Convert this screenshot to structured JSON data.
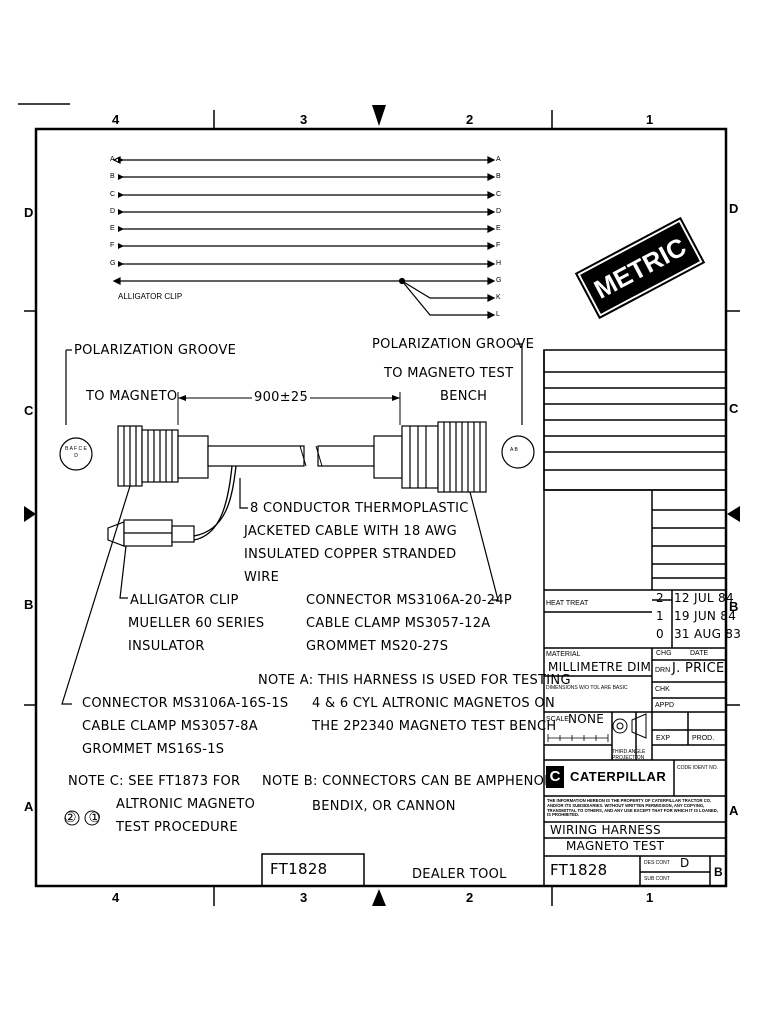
{
  "zones": {
    "top": [
      "4",
      "3",
      "2",
      "1"
    ],
    "bottom": [
      "4",
      "3",
      "2",
      "1"
    ],
    "left": [
      "D",
      "C",
      "B",
      "A"
    ],
    "right": [
      "D",
      "C",
      "B",
      "A"
    ]
  },
  "wire_letters_left": [
    "A",
    "B",
    "C",
    "D",
    "E",
    "F",
    "G"
  ],
  "wire_letters_right": [
    "A",
    "B",
    "C",
    "D",
    "E",
    "F",
    "H",
    "G",
    "K",
    "L"
  ],
  "labels": {
    "alligator_clip_small": "ALLIGATOR CLIP",
    "metric": "METRIC",
    "polarization_left": "POLARIZATION GROOVE",
    "polarization_right": "POLARIZATION GROOVE",
    "to_magneto": "TO MAGNETO",
    "dimension": "900±25",
    "to_bench_line1": "TO MAGNETO TEST",
    "to_bench_line2": "BENCH",
    "pins_left": "B A F C E D",
    "pins_right": "A B",
    "cable_line1": "8 CONDUCTOR THERMOPLASTIC",
    "cable_line2": "JACKETED CABLE WITH 18 AWG",
    "cable_line3": "INSULATED COPPER STRANDED",
    "cable_line4": "WIRE",
    "clip_line1": "ALLIGATOR CLIP",
    "clip_line2": "MUELLER 60 SERIES",
    "clip_line3": "INSULATOR",
    "conn_right_line1": "CONNECTOR MS3106A-20-24P",
    "conn_right_line2": "CABLE CLAMP MS3057-12A",
    "conn_right_line3": "GROMMET MS20-27S",
    "note_a_line1": "NOTE A: THIS HARNESS IS USED FOR TESTING",
    "note_a_line2": "4 & 6 CYL ALTRONIC MAGNETOS ON",
    "note_a_line3": "THE 2P2340 MAGNETO TEST BENCH",
    "conn_left_line1": "CONNECTOR MS3106A-16S-1S",
    "conn_left_line2": "CABLE CLAMP MS3057-8A",
    "conn_left_line3": "GROMMET MS16S-1S",
    "note_c_line1": "NOTE C: SEE FT1873 FOR",
    "note_c_line2": "ALTRONIC MAGNETO",
    "note_c_line3": "TEST PROCEDURE",
    "note_c_marks": "② ①",
    "note_b_line1": "NOTE B: CONNECTORS CAN BE AMPHENOL",
    "note_b_line2": "BENDIX, OR CANNON",
    "ft_box": "FT1828",
    "dealer_tool": "DEALER TOOL"
  },
  "title_block": {
    "heat_treat": "HEAT TREAT",
    "changes": [
      {
        "chg": "2",
        "date": "12 JUL 84"
      },
      {
        "chg": "1",
        "date": "19 JUN 84"
      },
      {
        "chg": "0",
        "date": "31 AUG 83"
      }
    ],
    "chg_label": "CHG",
    "date_label": "DATE",
    "material_label": "MATERIAL",
    "material_value": "MILLIMETRE DIM",
    "dimensions_note": "DIMENSIONS W/O TOL ARE BASIC",
    "drn_label": "DRN",
    "drn_value": "J. PRICE",
    "chk_label": "CHK",
    "appd_label": "APPD",
    "scale_label": "SCALE",
    "scale_value": "NONE",
    "proj_label": "THIRD ANGLE PROJECTION",
    "exp_label": "EXP",
    "prod_label": "PROD.",
    "company": "CATERPILLAR",
    "code_ident": "CODE IDENT NO.",
    "disclaimer": "THE INFORMATION HEREON IS THE PROPERTY OF CATERPILLAR TRACTOR CO. AND/OR ITS SUBSIDIARIES. WITHOUT WRITTEN PERMISSION, ANY COPYING, TRANSMITTAL TO OTHERS, AND ANY USE EXCEPT THAT FOR WHICH IT IS LOANED, IS PROHIBITED.",
    "title_line1": "WIRING HARNESS",
    "title_line2": "MAGNETO TEST",
    "drawing_no": "FT1828",
    "des_cont_label": "DES CONT",
    "des_cont_value": "D",
    "sub_cont_label": "SUB CONT",
    "size": "B"
  }
}
